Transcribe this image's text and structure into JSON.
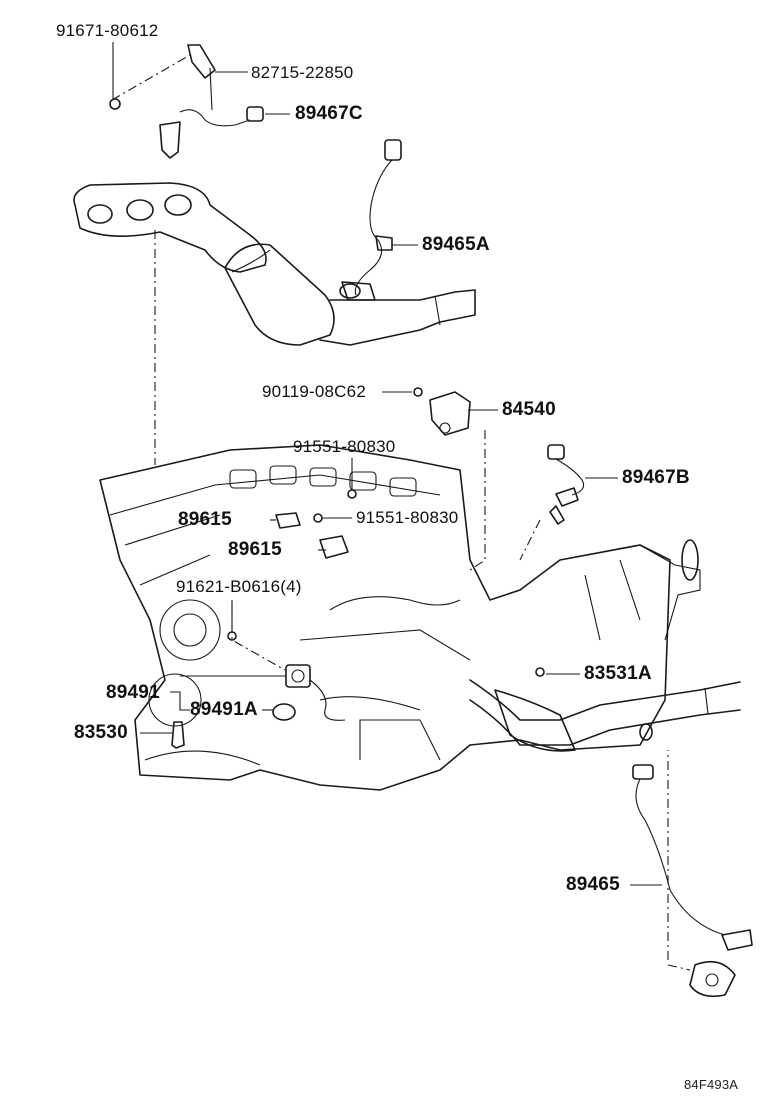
{
  "labels": {
    "p91671": "91671-80612",
    "p82715": "82715-22850",
    "p89467c": "89467C",
    "p89465a": "89465A",
    "p90119": "90119-08C62",
    "p84540": "84540",
    "p91551a": "91551-80830",
    "p89467b": "89467B",
    "p89615a": "89615",
    "p91551b": "91551-80830",
    "p89615b": "89615",
    "p91621": "91621-B0616(4)",
    "p83531a": "83531A",
    "p89491": "89491",
    "p89491a": "89491A",
    "p83530": "83530",
    "p89465": "89465"
  },
  "figure_code": "84F493A",
  "colors": {
    "ink": "#1a1a1a",
    "background": "#ffffff"
  }
}
